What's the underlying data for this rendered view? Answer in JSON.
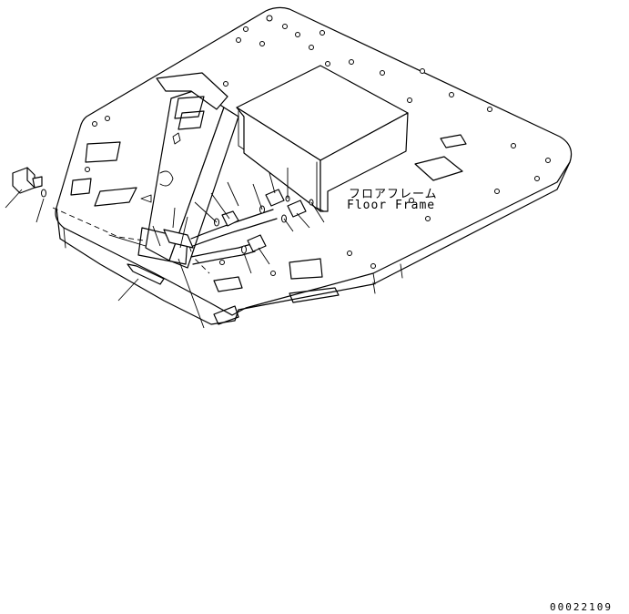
{
  "labels": {
    "japanese": "フロアフレーム",
    "english": "Floor Frame"
  },
  "drawing_number": "00022109"
}
